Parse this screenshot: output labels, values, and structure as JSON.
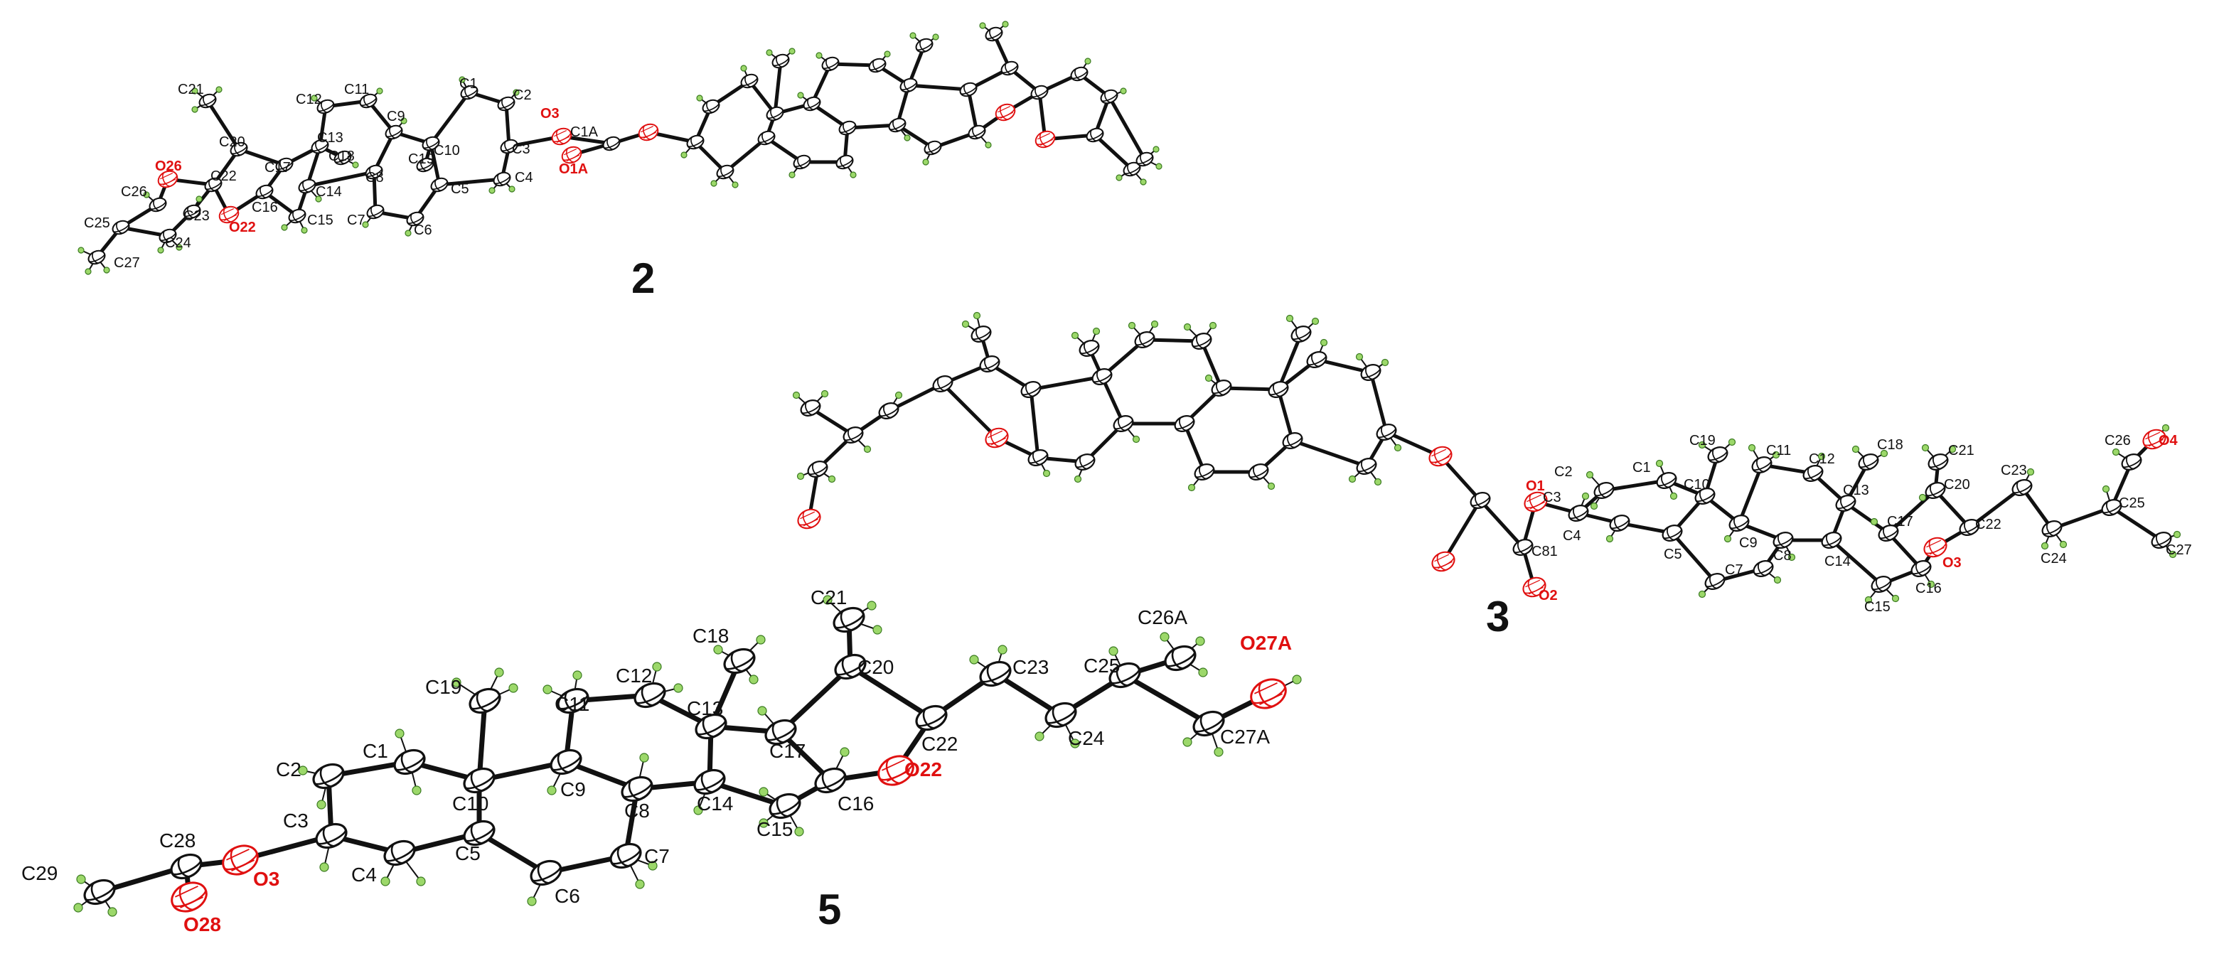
{
  "colors": {
    "carbon": "#111111",
    "oxygen": "#e01010",
    "hydrogen": "#9cd86a",
    "hydrogen_edge": "#3a7a20"
  },
  "compound_labels": {
    "two": "2",
    "three": "3",
    "five": "5"
  },
  "mol5": {
    "atoms": {
      "C1": "C1",
      "C2": "C2",
      "C3": "C3",
      "C4": "C4",
      "C5": "C5",
      "C6": "C6",
      "C7": "C7",
      "C8": "C8",
      "C9": "C9",
      "C10": "C10",
      "C11": "C11",
      "C12": "C12",
      "C13": "C13",
      "C14": "C14",
      "C15": "C15",
      "C16": "C16",
      "C17": "C17",
      "C18": "C18",
      "C19": "C19",
      "C20": "C20",
      "C21": "C21",
      "C22": "C22",
      "C23": "C23",
      "C24": "C24",
      "C25": "C25",
      "C26A": "C26A",
      "C27A": "C27A",
      "C28": "C28",
      "C29": "C29"
    },
    "oxygens": {
      "O3": "O3",
      "O22": "O22",
      "O27A": "O27A",
      "O28": "O28"
    }
  },
  "mol3": {
    "atoms": {
      "C1": "C1",
      "C2": "C2",
      "C3": "C3",
      "C4": "C4",
      "C5": "C5",
      "C7": "C7",
      "C8": "C8",
      "C9": "C9",
      "C10": "C10",
      "C11": "C11",
      "C12": "C12",
      "C13": "C13",
      "C14": "C14",
      "C15": "C15",
      "C16": "C16",
      "C17": "C17",
      "C18": "C18",
      "C19": "C19",
      "C20": "C20",
      "C21": "C21",
      "C22": "C22",
      "C23": "C23",
      "C24": "C24",
      "C25": "C25",
      "C26": "C26",
      "C27": "C27",
      "C81": "C81"
    },
    "oxygens": {
      "O1": "O1",
      "O2": "O2",
      "O3": "O3",
      "O4": "O4"
    }
  },
  "mol2": {
    "atoms": {
      "C1": "C1",
      "C1A": "C1A",
      "C2": "C2",
      "C3": "C3",
      "C4": "C4",
      "C5": "C5",
      "C6": "C6",
      "C7": "C7",
      "C8": "C8",
      "C9": "C9",
      "C10": "C10",
      "C11": "C11",
      "C12": "C12",
      "C13": "C13",
      "C14": "C14",
      "C15": "C15",
      "C16": "C16",
      "C17": "C17",
      "C18": "C18",
      "C19": "C19",
      "C20": "C20",
      "C21": "C21",
      "C22": "C22",
      "C23": "C23",
      "C24": "C24",
      "C25": "C25",
      "C26": "C26",
      "C27": "C27"
    },
    "oxygens": {
      "O1A": "O1A",
      "O3": "O3",
      "O22": "O22",
      "O26": "O26"
    }
  }
}
